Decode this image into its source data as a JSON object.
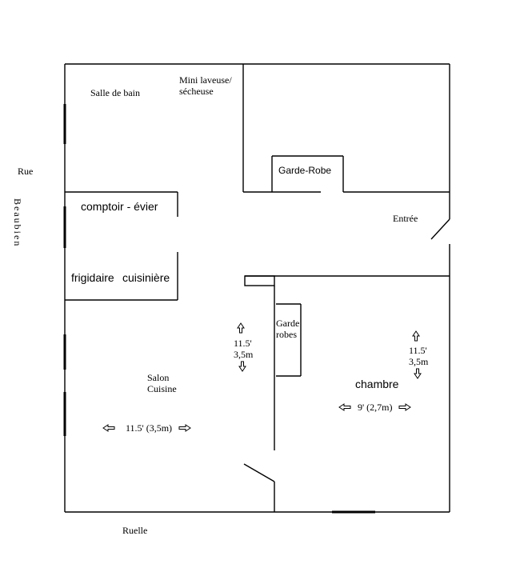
{
  "plan": {
    "street_left_label": "Rue",
    "street_left_name": "Beaubien",
    "street_bottom_label": "Ruelle",
    "rooms": {
      "bathroom": "Salle de bain",
      "laundry_line1": "Mini laveuse/",
      "laundry_line2": "sécheuse",
      "closet_top": "Garde-Robe",
      "counter": "comptoir - évier",
      "fridge": "frigidaire",
      "stove": "cuisinière",
      "entrance": "Entrée",
      "closet_bed_line1": "Garde",
      "closet_bed_line2": "robes",
      "living_line1": "Salon",
      "living_line2": "Cuisine",
      "bedroom": "chambre"
    },
    "dimensions": {
      "living_height_ft": "11.5'",
      "living_height_m": "3,5m",
      "living_width": "11.5' (3,5m)",
      "bedroom_height_ft": "11.5'",
      "bedroom_height_m": "3,5m",
      "bedroom_width": "9' (2,7m)"
    }
  }
}
